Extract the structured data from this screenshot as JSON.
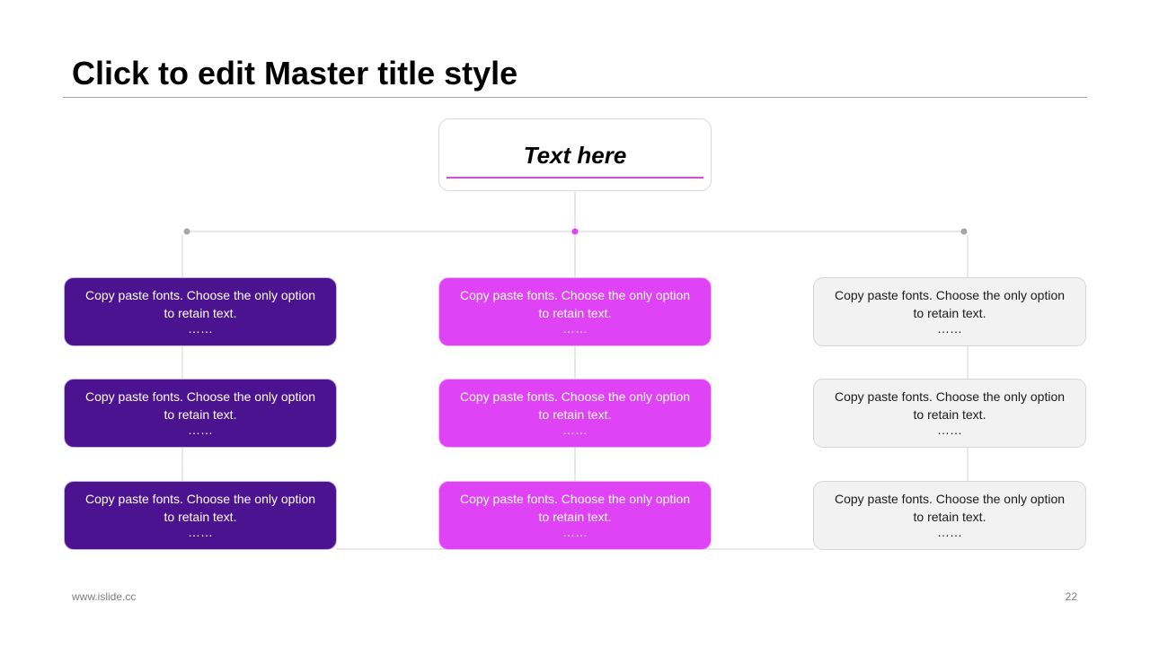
{
  "slide": {
    "title": "Click to edit Master title style",
    "footer_url": "www.islide.cc",
    "page_number": "22"
  },
  "colors": {
    "purple": "#4b138f",
    "magenta": "#e042f5",
    "gray": "#f2f2f2",
    "connector": "#d0d0d0",
    "dot_gray": "#a6a6a6",
    "dot_magenta": "#e042f5"
  },
  "root": {
    "label": "Text here"
  },
  "columns": [
    {
      "color": "purple",
      "nodes": [
        {
          "line1": "Copy paste fonts. Choose the only option",
          "line2": "to retain text.",
          "dots": "……"
        },
        {
          "line1": "Copy paste fonts. Choose the only option",
          "line2": "to retain text.",
          "dots": "……"
        },
        {
          "line1": "Copy paste fonts. Choose the only option",
          "line2": "to retain text.",
          "dots": "……"
        }
      ]
    },
    {
      "color": "magenta",
      "nodes": [
        {
          "line1": "Copy paste fonts. Choose the only option",
          "line2": "to retain text.",
          "dots": "……"
        },
        {
          "line1": "Copy paste fonts. Choose the only option",
          "line2": "to retain text.",
          "dots": "……"
        },
        {
          "line1": "Copy paste fonts. Choose the only option",
          "line2": "to retain text.",
          "dots": "……"
        }
      ]
    },
    {
      "color": "gray",
      "nodes": [
        {
          "line1": "Copy paste fonts. Choose the only option",
          "line2": "to retain text.",
          "dots": "……"
        },
        {
          "line1": "Copy paste fonts. Choose the only option",
          "line2": "to retain text.",
          "dots": "……"
        },
        {
          "line1": "Copy paste fonts. Choose the only option",
          "line2": "to retain text.",
          "dots": "……"
        }
      ]
    }
  ]
}
